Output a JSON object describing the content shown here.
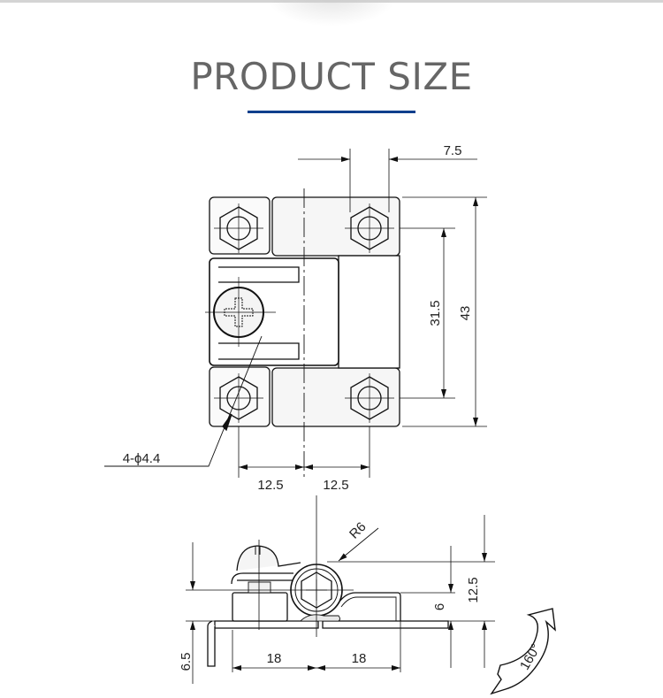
{
  "title": "PRODUCT SIZE",
  "accent_color": "#0f3f8c",
  "top_view": {
    "dim_hole_offset": "7.5",
    "dim_hole_spacing_vertical": "31.5",
    "dim_height": "43",
    "dim_hole_to_center_left": "12.5",
    "dim_hole_to_center_right": "12.5",
    "hole_callout": "4-ϕ4.4"
  },
  "side_view": {
    "dim_radius": "R6",
    "dim_tab": "6.5",
    "dim_left_span": "18",
    "dim_right_span": "18",
    "dim_leaf_height": "6",
    "dim_total_height": "12.5",
    "rotation_angle": "160°"
  }
}
